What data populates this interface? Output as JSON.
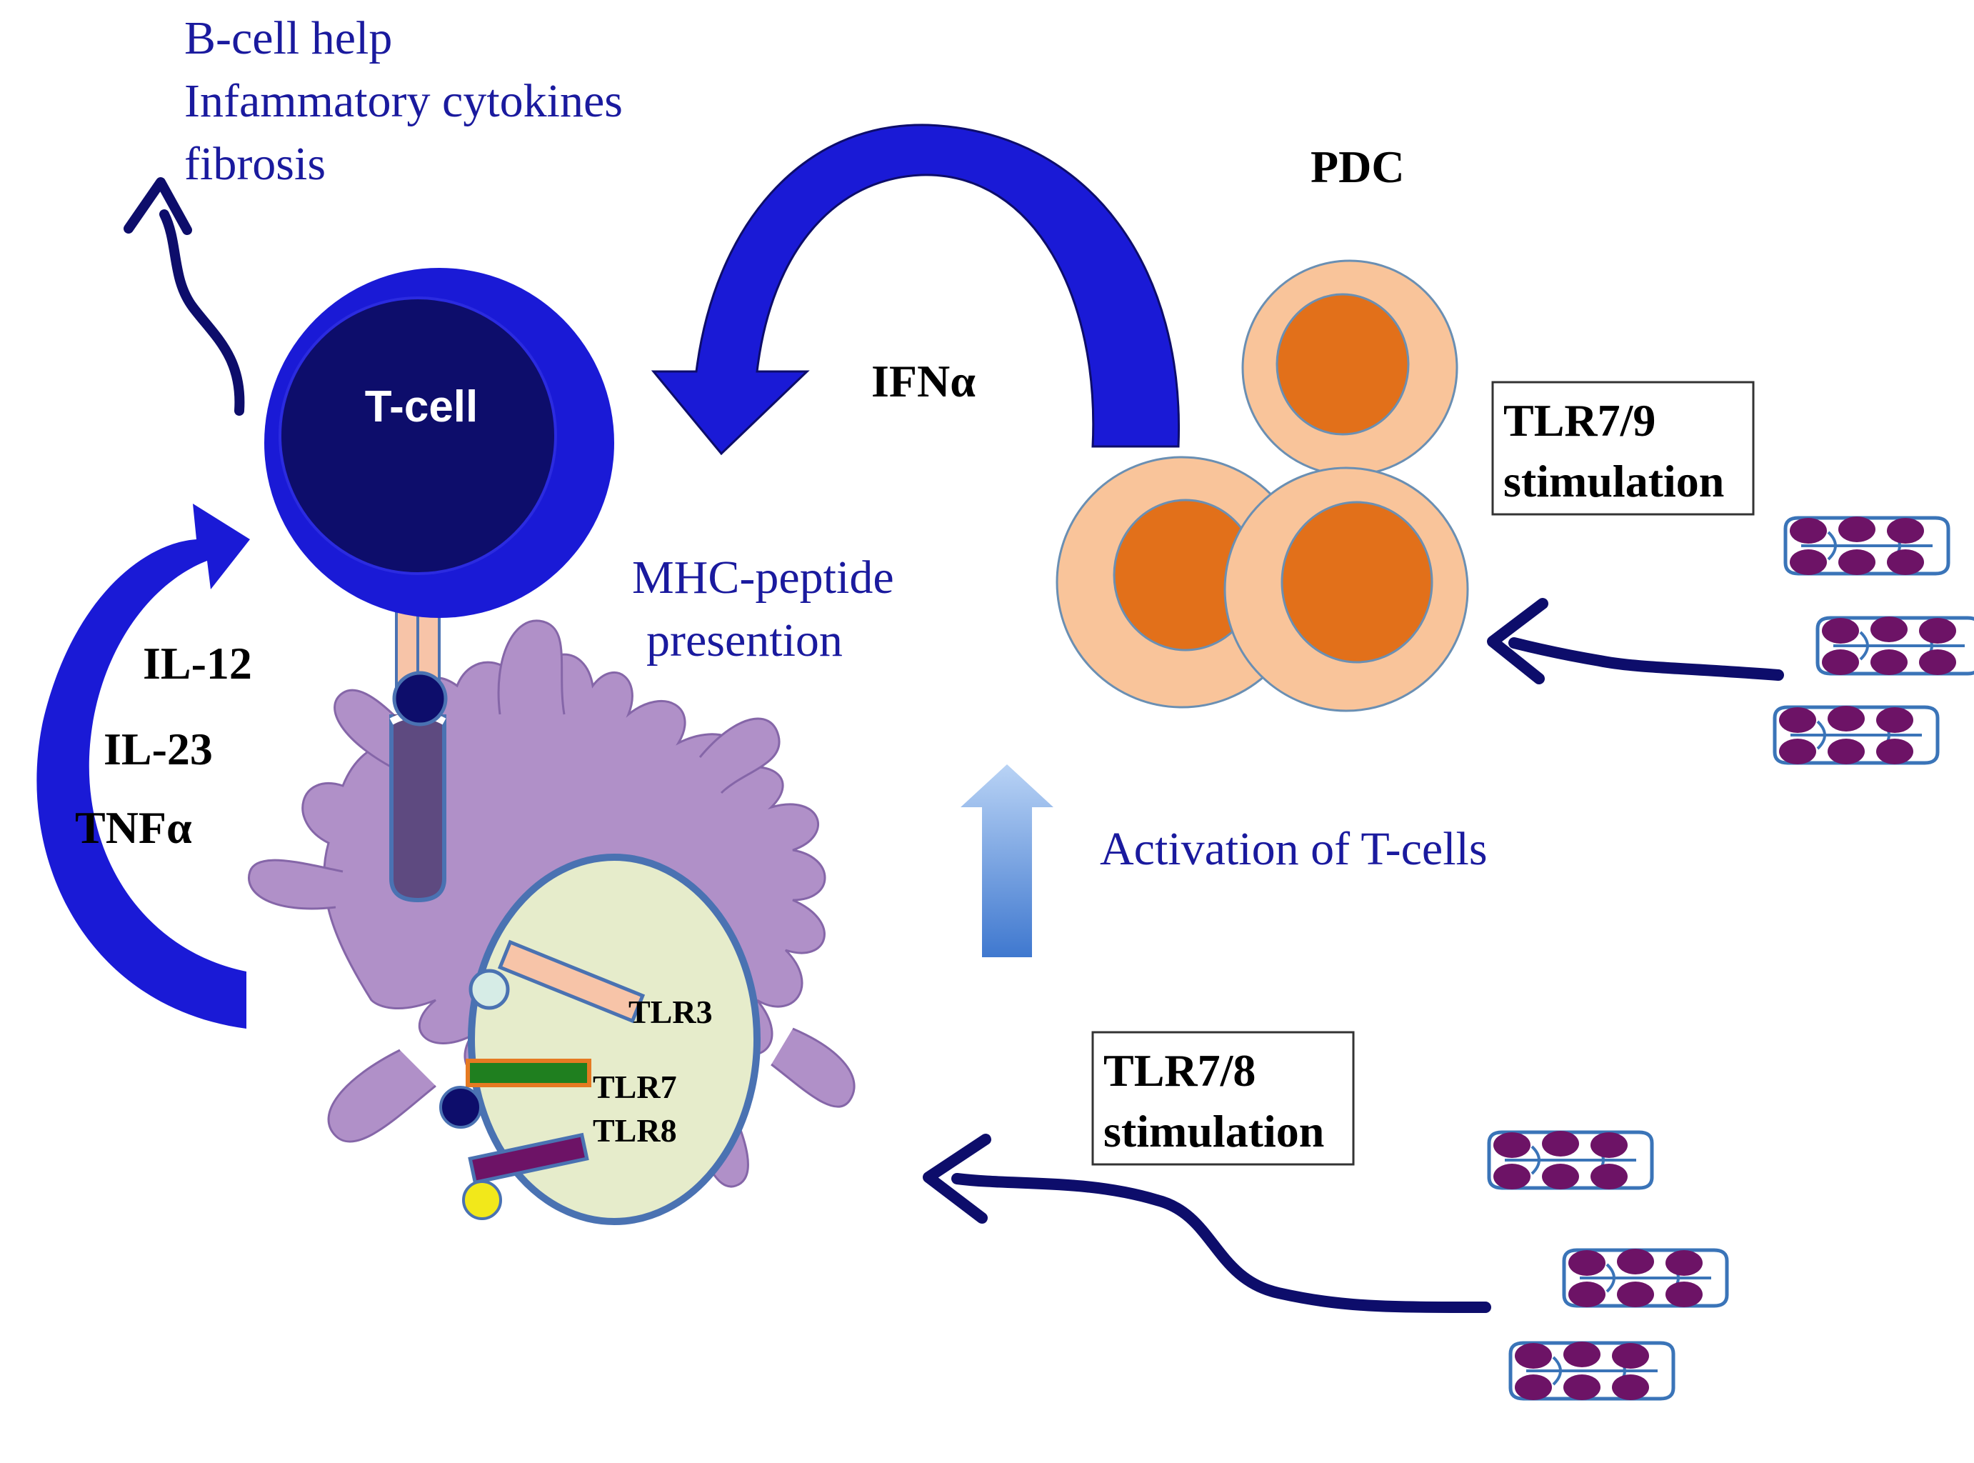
{
  "effects": {
    "line1": "B-cell help",
    "line2": "Infammatory cytokines",
    "line3": "fibrosis"
  },
  "pdc": {
    "label": "PDC"
  },
  "tcell": {
    "label": "T-cell"
  },
  "ifn": {
    "label": "IFNα"
  },
  "tlr79": {
    "line1": "TLR7/9",
    "line2": "stimulation"
  },
  "tlr78": {
    "line1": "TLR7/8",
    "line2": "stimulation"
  },
  "mhc": {
    "line1": "MHC-peptide",
    "line2": "presention"
  },
  "cytokines": {
    "il12": "IL-12",
    "il23": "IL-23",
    "tnf": "TNFα"
  },
  "activation": {
    "label": "Activation of T-cells"
  },
  "receptors": {
    "tlr3": "TLR3",
    "tlr7": "TLR7",
    "tlr8": "TLR8"
  },
  "colors": {
    "dark_blue": "#0d0d6b",
    "arrow_blue": "#1a1ad6",
    "pdc_outer": "#f9c49a",
    "pdc_nucleus": "#e2701a",
    "dc_body": "#b090c8",
    "dc_nucleus": "#e6eccb",
    "text_blue": "#1a1a9e"
  }
}
